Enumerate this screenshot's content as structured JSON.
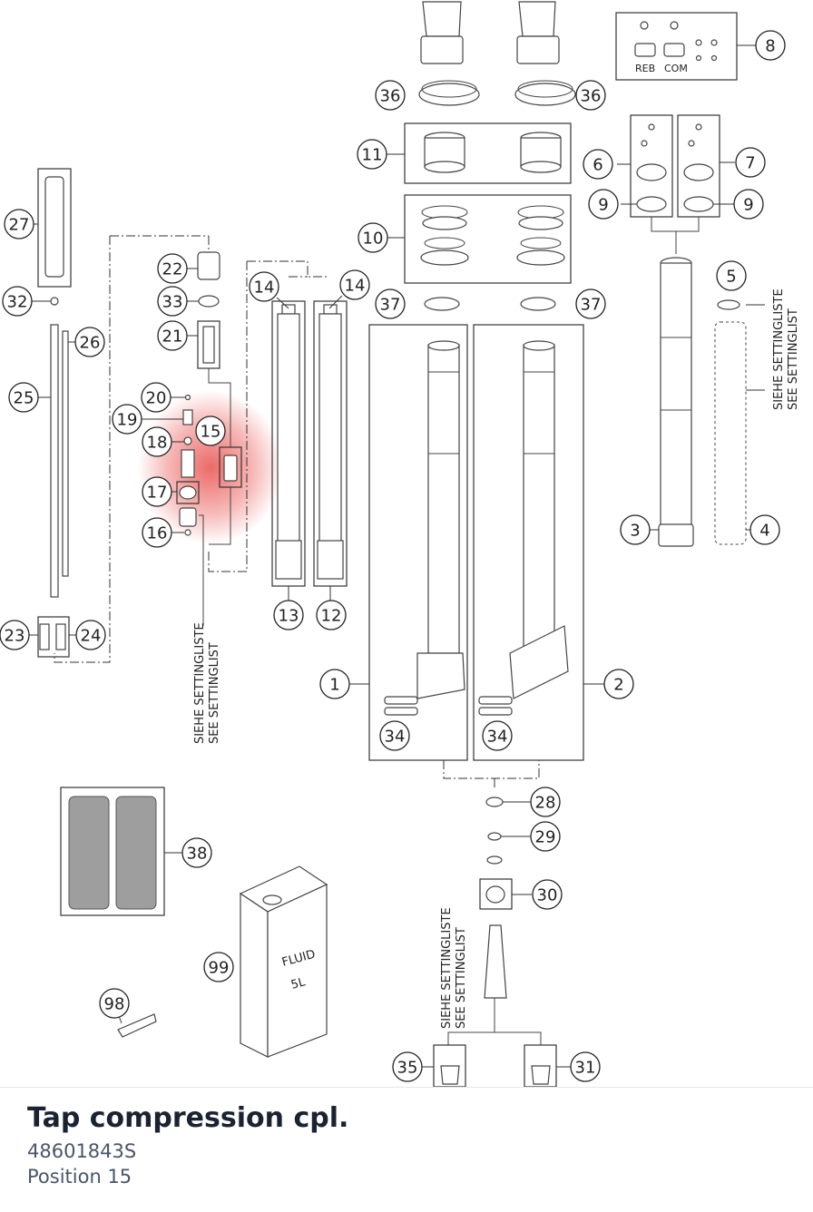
{
  "diagram": {
    "callouts": [
      "1",
      "2",
      "3",
      "4",
      "5",
      "6",
      "7",
      "8",
      "9",
      "9",
      "10",
      "11",
      "12",
      "13",
      "14",
      "14",
      "15",
      "16",
      "17",
      "18",
      "19",
      "20",
      "21",
      "22",
      "23",
      "24",
      "25",
      "26",
      "27",
      "28",
      "29",
      "30",
      "31",
      "32",
      "33",
      "34",
      "34",
      "35",
      "36",
      "36",
      "37",
      "37",
      "38",
      "98",
      "99"
    ],
    "notes": {
      "siehe": "SIEHE SETTINGLISTE",
      "see": "SEE SETTINGLIST"
    },
    "labels": {
      "reb": "REB",
      "com": "COM",
      "fluid": "FLUID",
      "fluid_volume": "5L"
    },
    "highlight_position": "15",
    "highlight_color": "#e53935"
  },
  "footer": {
    "part_name": "Tap compression cpl.",
    "part_number": "48601843S",
    "position": "Position 15"
  }
}
